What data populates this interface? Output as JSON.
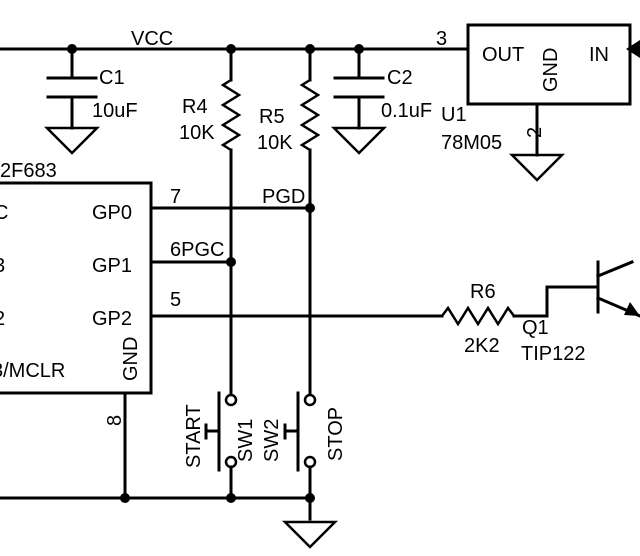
{
  "net_labels": {
    "vcc": "VCC",
    "pgd": "PGD",
    "pgc": "6PGC",
    "pin7": "7",
    "pin5": "5",
    "pin3": "3",
    "pin2": "2",
    "pin8": "8"
  },
  "mcu": {
    "part": "2F683",
    "left_pin_1": "C",
    "left_pin_2": "3",
    "left_pin_3": "2",
    "left_pin_4": "3/MCLR",
    "pin_gp0": "GP0",
    "pin_gp1": "GP1",
    "pin_gp2": "GP2",
    "pin_gnd": "GND"
  },
  "capacitors": {
    "c1_ref": "C1",
    "c1_value": "10uF",
    "c2_ref": "C2",
    "c2_value": "0.1uF"
  },
  "resistors": {
    "r4_ref": "R4",
    "r4_value": "10K",
    "r5_ref": "R5",
    "r5_value": "10K",
    "r6_ref": "R6",
    "r6_value": "2K2"
  },
  "regulator": {
    "ref": "U1",
    "part": "78M05",
    "pin_out": "OUT",
    "pin_gnd": "GND",
    "pin_in": "IN"
  },
  "switches": {
    "sw1_ref": "SW1",
    "sw1_name": "START",
    "sw2_ref": "SW2",
    "sw2_name": "STOP"
  },
  "transistor": {
    "ref": "Q1",
    "part": "TIP122"
  }
}
